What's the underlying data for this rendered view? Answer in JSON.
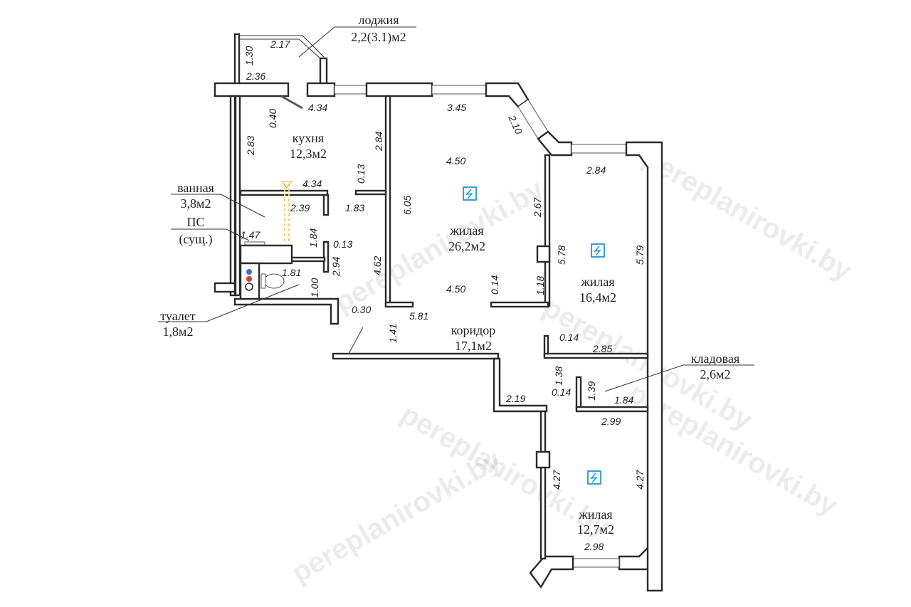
{
  "watermark": "pereplanirovki.by",
  "rooms": [
    {
      "name": "лоджия",
      "area": "2,2(3.1)м2"
    },
    {
      "name": "кухня",
      "area": "12,3м2"
    },
    {
      "name": "ванная",
      "area": "3,8м2"
    },
    {
      "name": "ПС",
      "area": "(сущ.)"
    },
    {
      "name": "жилая",
      "area": "26,2м2"
    },
    {
      "name": "жилая",
      "area": "16,4м2"
    },
    {
      "name": "коридор",
      "area": "17,1м2"
    },
    {
      "name": "кладовая",
      "area": "2,6м2"
    },
    {
      "name": "туалет",
      "area": "1,8м2"
    },
    {
      "name": "жилая",
      "area": "12,7м2"
    }
  ],
  "dimensions": [
    "2.17",
    "1.30",
    "2.36",
    "0.40",
    "4.34",
    "3.45",
    "2.10",
    "2.83",
    "2.84",
    "4.50",
    "0.13",
    "2.84",
    "4.34",
    "2.39",
    "1.83",
    "6.05",
    "2.67",
    "1.47",
    "1.84",
    "0.13",
    "2.94",
    "5.78",
    "5.79",
    "1.81",
    "1.00",
    "4.62",
    "4.50",
    "0.14",
    "1.18",
    "0.30",
    "5.81",
    "1.41",
    "0.14",
    "2.85",
    "1.38",
    "1.39",
    "0.14",
    "1.84",
    "2.19",
    "2.99",
    "4.27",
    "4.27",
    "2.98"
  ],
  "colors": {
    "wall": "#2a2a2a",
    "panel_icon": "#1a9ad6",
    "pipe": "#f0d070"
  }
}
